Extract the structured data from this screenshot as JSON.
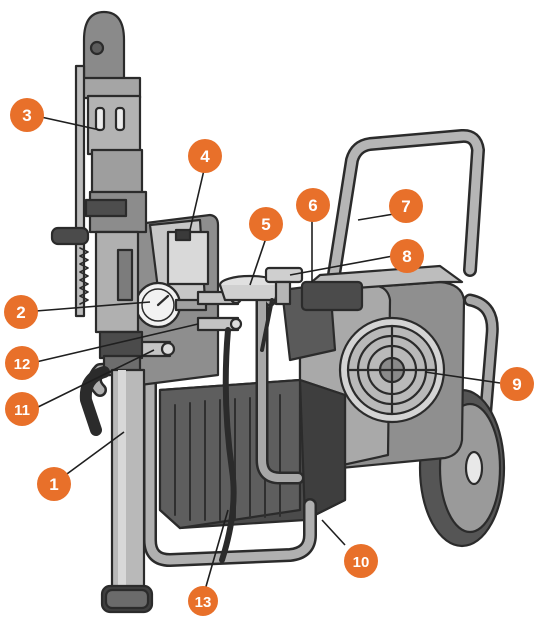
{
  "diagram": {
    "subject": "airless paint sprayer pump on wheeled cart",
    "colors": {
      "badge_fill": "#e8702a",
      "badge_text": "#ffffff",
      "body_light": "#bfbfbf",
      "body_mid": "#9a9a9a",
      "body_dark": "#6e6e6e",
      "tank_dark": "#4b4b4b",
      "outline": "#2b2b2b",
      "wheel": "#555555"
    },
    "callouts": [
      {
        "id": "1",
        "label": "1"
      },
      {
        "id": "2",
        "label": "2"
      },
      {
        "id": "3",
        "label": "3"
      },
      {
        "id": "4",
        "label": "4"
      },
      {
        "id": "5",
        "label": "5"
      },
      {
        "id": "6",
        "label": "6"
      },
      {
        "id": "7",
        "label": "7"
      },
      {
        "id": "8",
        "label": "8"
      },
      {
        "id": "9",
        "label": "9"
      },
      {
        "id": "10",
        "label": "10"
      },
      {
        "id": "11",
        "label": "11"
      },
      {
        "id": "12",
        "label": "12"
      },
      {
        "id": "13",
        "label": "13"
      }
    ]
  }
}
